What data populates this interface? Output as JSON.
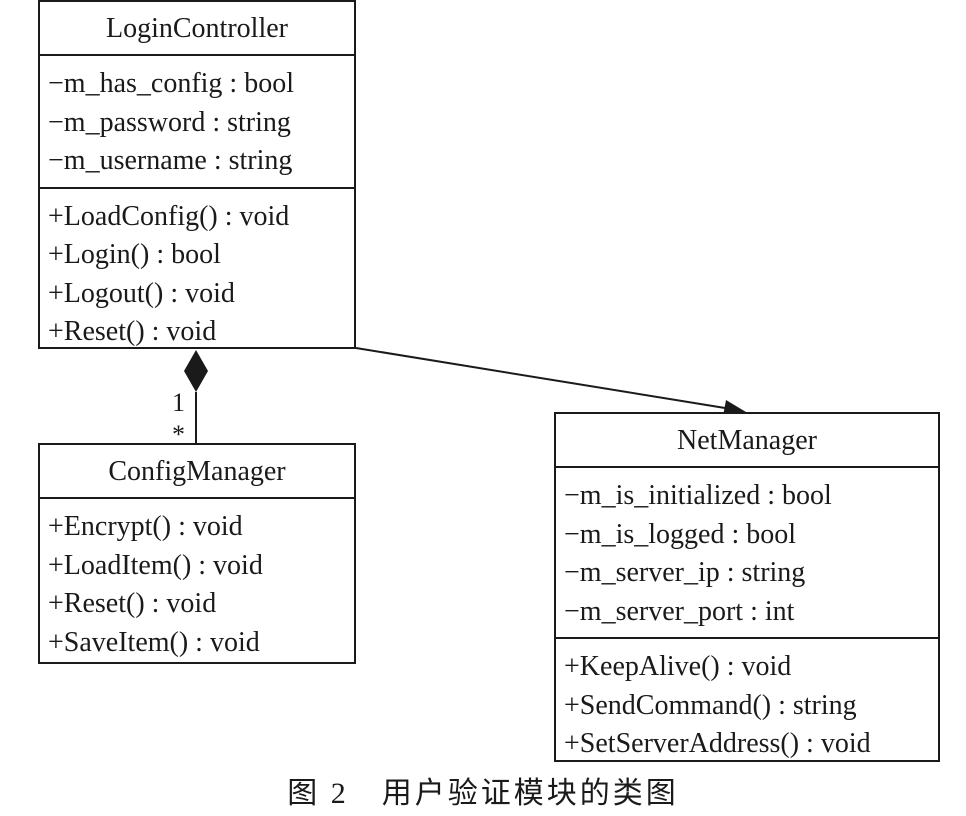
{
  "classes": {
    "login_controller": {
      "name": "LoginController",
      "attributes": [
        "−m_has_config : bool",
        "−m_password : string",
        "−m_username : string"
      ],
      "operations": [
        "+LoadConfig() : void",
        "+Login() : bool",
        "+Logout() : void",
        "+Reset() : void"
      ]
    },
    "config_manager": {
      "name": "ConfigManager",
      "operations": [
        "+Encrypt() : void",
        "+LoadItem() : void",
        "+Reset() : void",
        "+SaveItem() : void"
      ]
    },
    "net_manager": {
      "name": "NetManager",
      "attributes": [
        "−m_is_initialized : bool",
        "−m_is_logged : bool",
        "−m_server_ip : string",
        "−m_server_port : int"
      ],
      "operations": [
        "+KeepAlive() : void",
        "+SendCommand() : string",
        "+SetServerAddress() : void"
      ]
    }
  },
  "relations": {
    "composition": {
      "from": "LoginController",
      "to": "ConfigManager",
      "multiplicity_whole": "1",
      "multiplicity_part": "*"
    },
    "association": {
      "from": "LoginController",
      "to": "NetManager"
    }
  },
  "caption": "图 2　用户验证模块的类图"
}
